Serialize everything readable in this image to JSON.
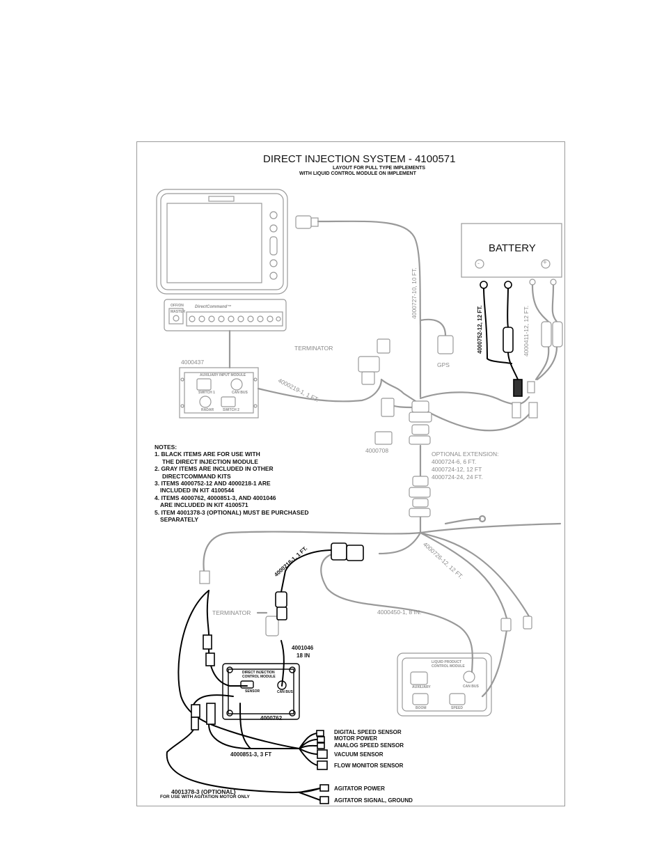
{
  "title": "DIRECT INJECTION SYSTEM - 4100571",
  "subtitle_line1": "LAYOUT FOR PULL TYPE IMPLEMENTS",
  "subtitle_line2": "WITH LIQUID CONTROL MODULE ON IMPLEMENT",
  "battery": {
    "label": "BATTERY",
    "neg": "-",
    "pos": "+"
  },
  "console": {
    "brand": "DirectCommand™",
    "top": "OFF/ON",
    "button": "MASTER"
  },
  "aux_module": {
    "title": "AUXILIARY INPUT MODULE",
    "ports": [
      "SWITCH 1",
      "CAN BUS",
      "RADAR",
      "SWITCH 2"
    ]
  },
  "di_module": {
    "title_line1": "DIRECT INJECTION",
    "title_line2": "CONTROL MODULE",
    "port1": "SENSOR",
    "port2": "CAN BUS"
  },
  "lpc_module": {
    "title_line1": "LIQUID PRODUCT",
    "title_line2": "CONTROL MODULE",
    "ports": [
      "AUXILIARY",
      "CAN BUS",
      "BOOM",
      "SPEED"
    ]
  },
  "labels": {
    "cable_10ft": "4000727-10, 10 FT.",
    "cable_4000752": "4000752-12, 12 FT.",
    "cable_4000411": "4000411-12, 12 FT.",
    "terminator_top": "TERMINATOR",
    "gps": "GPS",
    "aux_id": "4000437",
    "cable_1ft": "4000219-1, 1 FT.",
    "item_4000708": "4000708",
    "optional_extension": "OPTIONAL EXTENSION:",
    "ext1": "4000724-6, 6 FT.",
    "ext2": "4000724-12, 12 FT",
    "ext3": "4000724-24, 24 FT.",
    "cable_4000218": "4000218-1, 1 FT.",
    "cable_4000726": "4000726-12, 12 FT.",
    "terminator_bottom": "TERMINATOR",
    "cable_4000450": "4000450-1, 8 IN.",
    "item_4001046": "4001046",
    "item_4001046_len": "18 IN",
    "item_4000762": "4000762",
    "cable_4000851": "4000851-3, 3 FT",
    "item_4001378": "4001378-3 (OPTIONAL)",
    "item_4001378_note": "FOR USE WITH AGITATION MOTOR ONLY"
  },
  "notes": [
    "NOTES:",
    "1. BLACK ITEMS ARE FOR USE WITH",
    "   THE DIRECT INJECTION MODULE",
    "2. GRAY ITEMS ARE INCLUDED IN OTHER",
    "   DIRECTCOMMAND KITS",
    "3. ITEMS 4000752-12 AND 4000218-1 ARE",
    "   INCLUDED IN KIT 4100544",
    "4. ITEMS 4000762, 4000851-3, AND 4001046",
    "   ARE INCLUDED IN KIT 4100571",
    "5. ITEM 4001378-3 (OPTIONAL) MUST BE PURCHASED",
    "   SEPARATELY"
  ],
  "sensors": [
    "DIGITAL SPEED SENSOR",
    "MOTOR POWER",
    "ANALOG SPEED SENSOR",
    "VACUUM SENSOR",
    "FLOW MONITOR SENSOR"
  ],
  "agitator": [
    "AGITATOR POWER",
    "AGITATOR SIGNAL, GROUND"
  ]
}
